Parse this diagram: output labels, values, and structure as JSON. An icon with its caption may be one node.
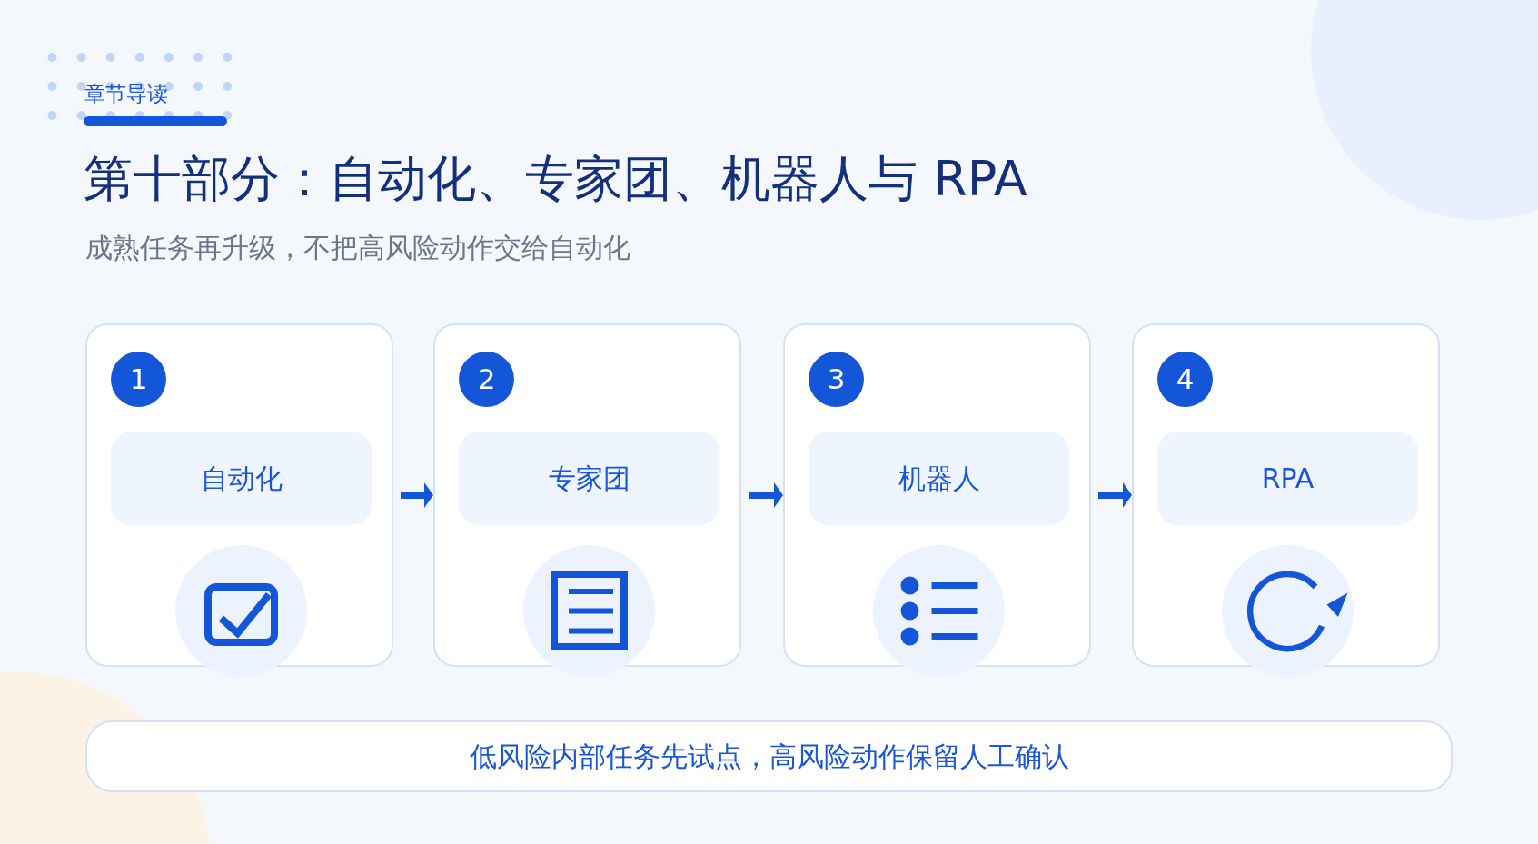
{
  "diagram": {
    "title": "第十部分：自动化、专家团、机器人与 RPA",
    "nodes": [
      {
        "text": [],
        "shape": "box"
      },
      {
        "text": [
          "1"
        ],
        "in": 0
      },
      {
        "text": [
          "自动化"
        ],
        "in": 0
      },
      {
        "text": [],
        "shape": "box"
      },
      {
        "text": [
          "2"
        ],
        "in": 3
      },
      {
        "text": [
          "专家团"
        ],
        "in": 3
      },
      {
        "text": [],
        "shape": "box"
      },
      {
        "text": [
          "3"
        ],
        "in": 6
      },
      {
        "text": [
          "机器人"
        ],
        "in": 6
      },
      {
        "text": [],
        "shape": "box"
      },
      {
        "text": [
          "4"
        ],
        "in": 9
      },
      {
        "text": [
          "RPA"
        ],
        "in": 9
      },
      {
        "text": [
          "低风险内部任务先试点，高风险动作保留人工确认"
        ]
      }
    ],
    "edges": [
      {
        "from": 0,
        "to": 3,
        "arrow": "to"
      },
      {
        "from": 3,
        "to": 6,
        "arrow": "to"
      },
      {
        "from": 6,
        "to": 9,
        "arrow": "to"
      }
    ],
    "labels": [
      "章节导读",
      "成熟任务再升级，不把高风险动作交给自动化"
    ]
  }
}
